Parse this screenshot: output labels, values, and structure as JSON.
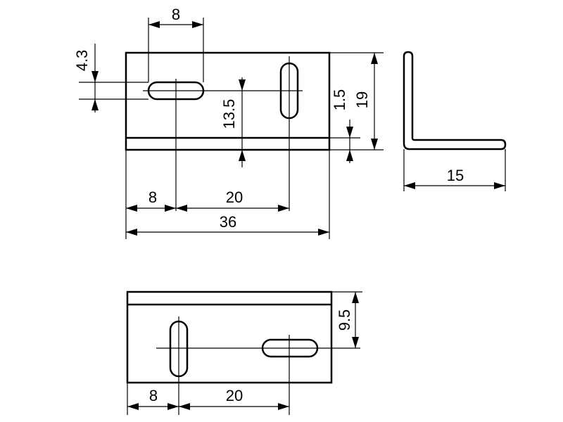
{
  "drawing": {
    "views": [
      "front-view",
      "side-view",
      "bottom-view"
    ],
    "front_view": {
      "dimensions": {
        "slot_length": "8",
        "slot_offset_vertical": "4.3",
        "slot_to_bend": "13.5",
        "thickness": "1.5",
        "height": "19",
        "left_offset": "8",
        "slot_spacing": "20",
        "total_length": "36"
      }
    },
    "side_view": {
      "dimensions": {
        "flange_width": "15"
      }
    },
    "bottom_view": {
      "dimensions": {
        "slot_offset": "9.5",
        "left_offset": "8",
        "slot_spacing": "20"
      }
    }
  }
}
